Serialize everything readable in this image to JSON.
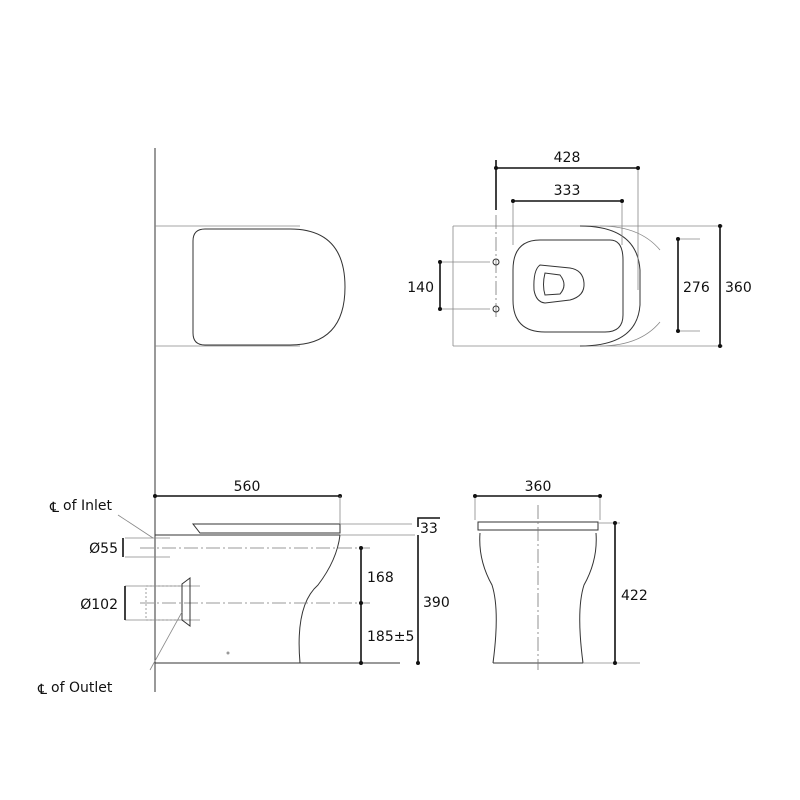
{
  "plan_view": {
    "dim_overall_length_to_holes": "428",
    "dim_seat_length": "333",
    "dim_fixing_holes": "140",
    "dim_seat_width": "276",
    "dim_overall_width": "360"
  },
  "side_view": {
    "dim_length": "560",
    "dim_seat_height": "33",
    "dim_inlet_diameter": "Ø55",
    "dim_outlet_diameter": "Ø102",
    "dim_inlet_to_outlet": "168",
    "dim_outlet_height": "185±5",
    "dim_pan_height": "390",
    "label_inlet_symbol": "℄",
    "label_inlet": "of Inlet",
    "label_outlet_symbol": "℄",
    "label_outlet": "of Outlet"
  },
  "front_view": {
    "dim_width": "360",
    "dim_height": "422"
  }
}
